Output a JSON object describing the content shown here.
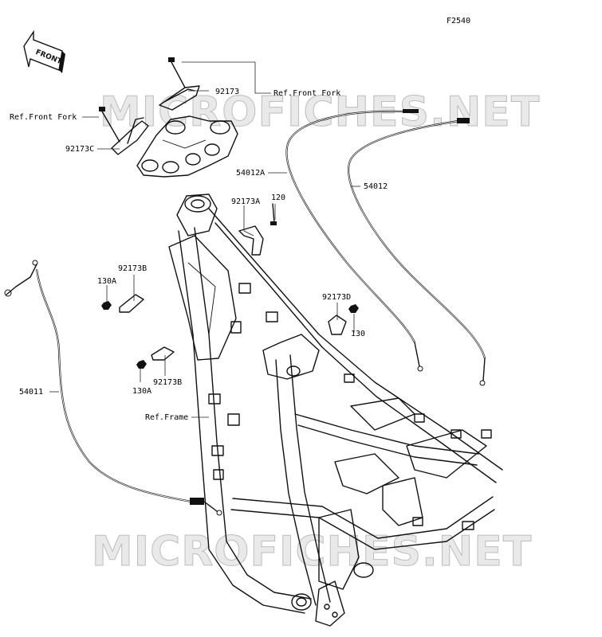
{
  "figure_code": "F2540",
  "front_arrow": {
    "label": "FRONT"
  },
  "watermark": {
    "text": "MICROFICHES.NET"
  },
  "callouts": {
    "ref_front_fork_right": "Ref.Front Fork",
    "ref_front_fork_left": "Ref.Front Fork",
    "p92173": "92173",
    "p92173C": "92173C",
    "p54012A": "54012A",
    "p54012": "54012",
    "p92173A": "92173A",
    "p120": "120",
    "p92173B_top": "92173B",
    "p130A_top": "130A",
    "p92173D": "92173D",
    "p130": "130",
    "p54011": "54011",
    "p130A_bottom": "130A",
    "p92173B_bottom": "92173B",
    "ref_frame": "Ref.Frame"
  }
}
